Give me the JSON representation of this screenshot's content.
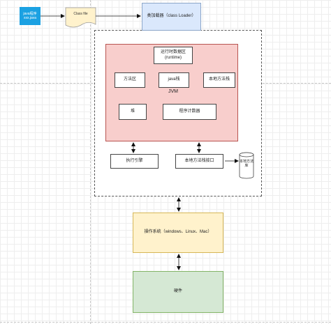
{
  "diagram": {
    "source_file": {
      "line1": "java程序",
      "line2": "xxx.java"
    },
    "class_file": {
      "label": "Class file"
    },
    "class_loader": {
      "label": "类加载器（class Loader）"
    },
    "jvm": {
      "title": "JVM",
      "runtime_area": "运行时数据区(runtime)",
      "method_area": "方法区",
      "java_stack": "java栈",
      "native_method_stack": "本地方法栈",
      "heap": "堆",
      "program_counter": "程序计数器"
    },
    "execution_engine": {
      "label": "执行引擎"
    },
    "native_interface": {
      "label": "本地方法栈接口"
    },
    "native_library": {
      "label": "本地方法库"
    },
    "os": {
      "label": "操作系统（windows、Linux、Mac）"
    },
    "hardware": {
      "label": "硬件"
    }
  },
  "colors": {
    "source_fill": "#1ba1e2",
    "class_file_fill": "#fff2cc",
    "class_loader_fill": "#dae8fc",
    "jvm_fill": "#f8cecc",
    "os_fill": "#fff2cc",
    "hardware_fill": "#d5e8d4"
  }
}
